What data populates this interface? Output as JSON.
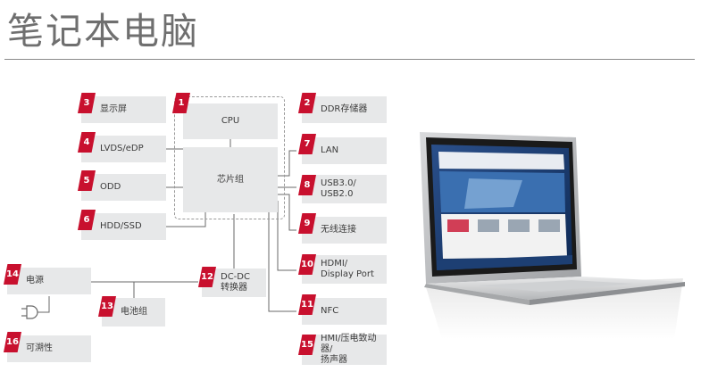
{
  "title": "笔记本电脑",
  "blocks": [
    {
      "id": "cpu",
      "num": "1",
      "label": "CPU"
    },
    {
      "id": "chipset",
      "num": "",
      "label": "芯片组"
    },
    {
      "id": "ddr",
      "num": "2",
      "label": "DDR存储器"
    },
    {
      "id": "display",
      "num": "3",
      "label": "显示屏"
    },
    {
      "id": "lvds",
      "num": "4",
      "label": "LVDS/eDP"
    },
    {
      "id": "odd",
      "num": "5",
      "label": "ODD"
    },
    {
      "id": "hdd",
      "num": "6",
      "label": "HDD/SSD"
    },
    {
      "id": "lan",
      "num": "7",
      "label": "LAN"
    },
    {
      "id": "usb",
      "num": "8",
      "label": "USB3.0/\nUSB2.0"
    },
    {
      "id": "wireless",
      "num": "9",
      "label": "无线连接"
    },
    {
      "id": "hdmi",
      "num": "10",
      "label": "HDMI/\nDisplay Port"
    },
    {
      "id": "nfc",
      "num": "11",
      "label": "NFC"
    },
    {
      "id": "dcdc",
      "num": "12",
      "label": "DC-DC\n转换器"
    },
    {
      "id": "battery",
      "num": "13",
      "label": "电池组"
    },
    {
      "id": "power",
      "num": "14",
      "label": "电源"
    },
    {
      "id": "hmi",
      "num": "15",
      "label": "HMI/压电致动器/\n扬声器"
    },
    {
      "id": "trace",
      "num": "16",
      "label": "可溯性"
    }
  ],
  "colors": {
    "badge": "#c8102e",
    "box": "#e7e8e9",
    "title": "#6f6f6f"
  },
  "icons": [
    "power-plug-icon",
    "laptop-illustration"
  ]
}
